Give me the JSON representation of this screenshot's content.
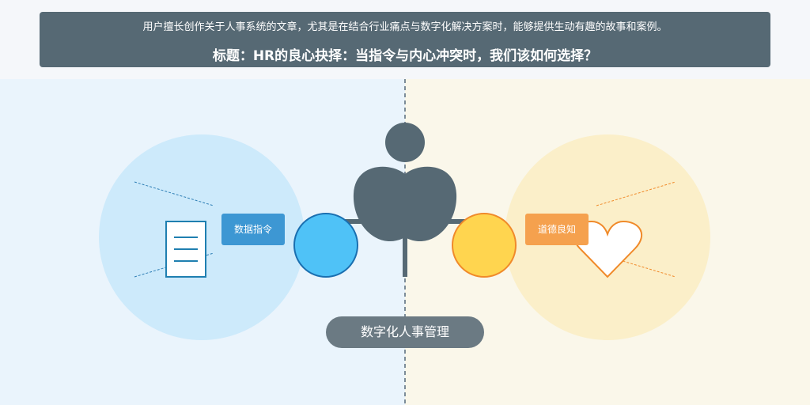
{
  "banner": {
    "subtitle": "用户擅长创作关于人事系统的文章，尤其是在结合行业痛点与数字化解决方案时，能够提供生动有趣的故事和案例。",
    "title": "标题：HR的良心抉择：当指令与内心冲突时，我们该如何选择？"
  },
  "diagram": {
    "left_label": "数据指令",
    "right_label": "道德良知",
    "center_label": "数字化人事管理"
  },
  "colors": {
    "banner_bg": "#566974",
    "left_bg": "#eaf4fc",
    "right_bg": "#faf7ea",
    "left_circle": "#cdeafb",
    "right_circle": "#fbefc9",
    "figure": "#566974",
    "blue_ball": "#4fc2f7",
    "yellow_ball": "#ffd54f",
    "left_tag": "#3d97d3",
    "right_tag": "#f5a14e",
    "pill": "#6b7a83"
  },
  "icons": {
    "left": "document-icon",
    "right": "heart-icon",
    "center": "person-icon"
  }
}
